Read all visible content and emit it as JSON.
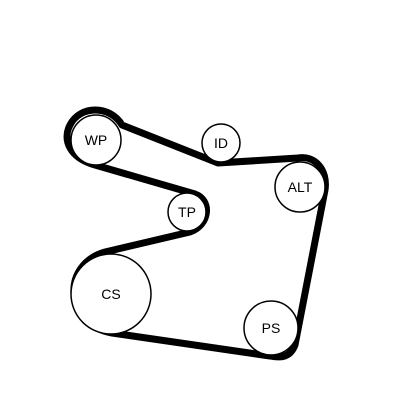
{
  "diagram": {
    "pulleys": {
      "wp": {
        "label": "WP"
      },
      "id": {
        "label": "ID"
      },
      "alt": {
        "label": "ALT"
      },
      "tp": {
        "label": "TP"
      },
      "cs": {
        "label": "CS"
      },
      "ps": {
        "label": "PS"
      }
    },
    "colors": {
      "belt": "#000000",
      "pulley_fill": "#ffffff",
      "pulley_stroke": "#000000"
    }
  }
}
